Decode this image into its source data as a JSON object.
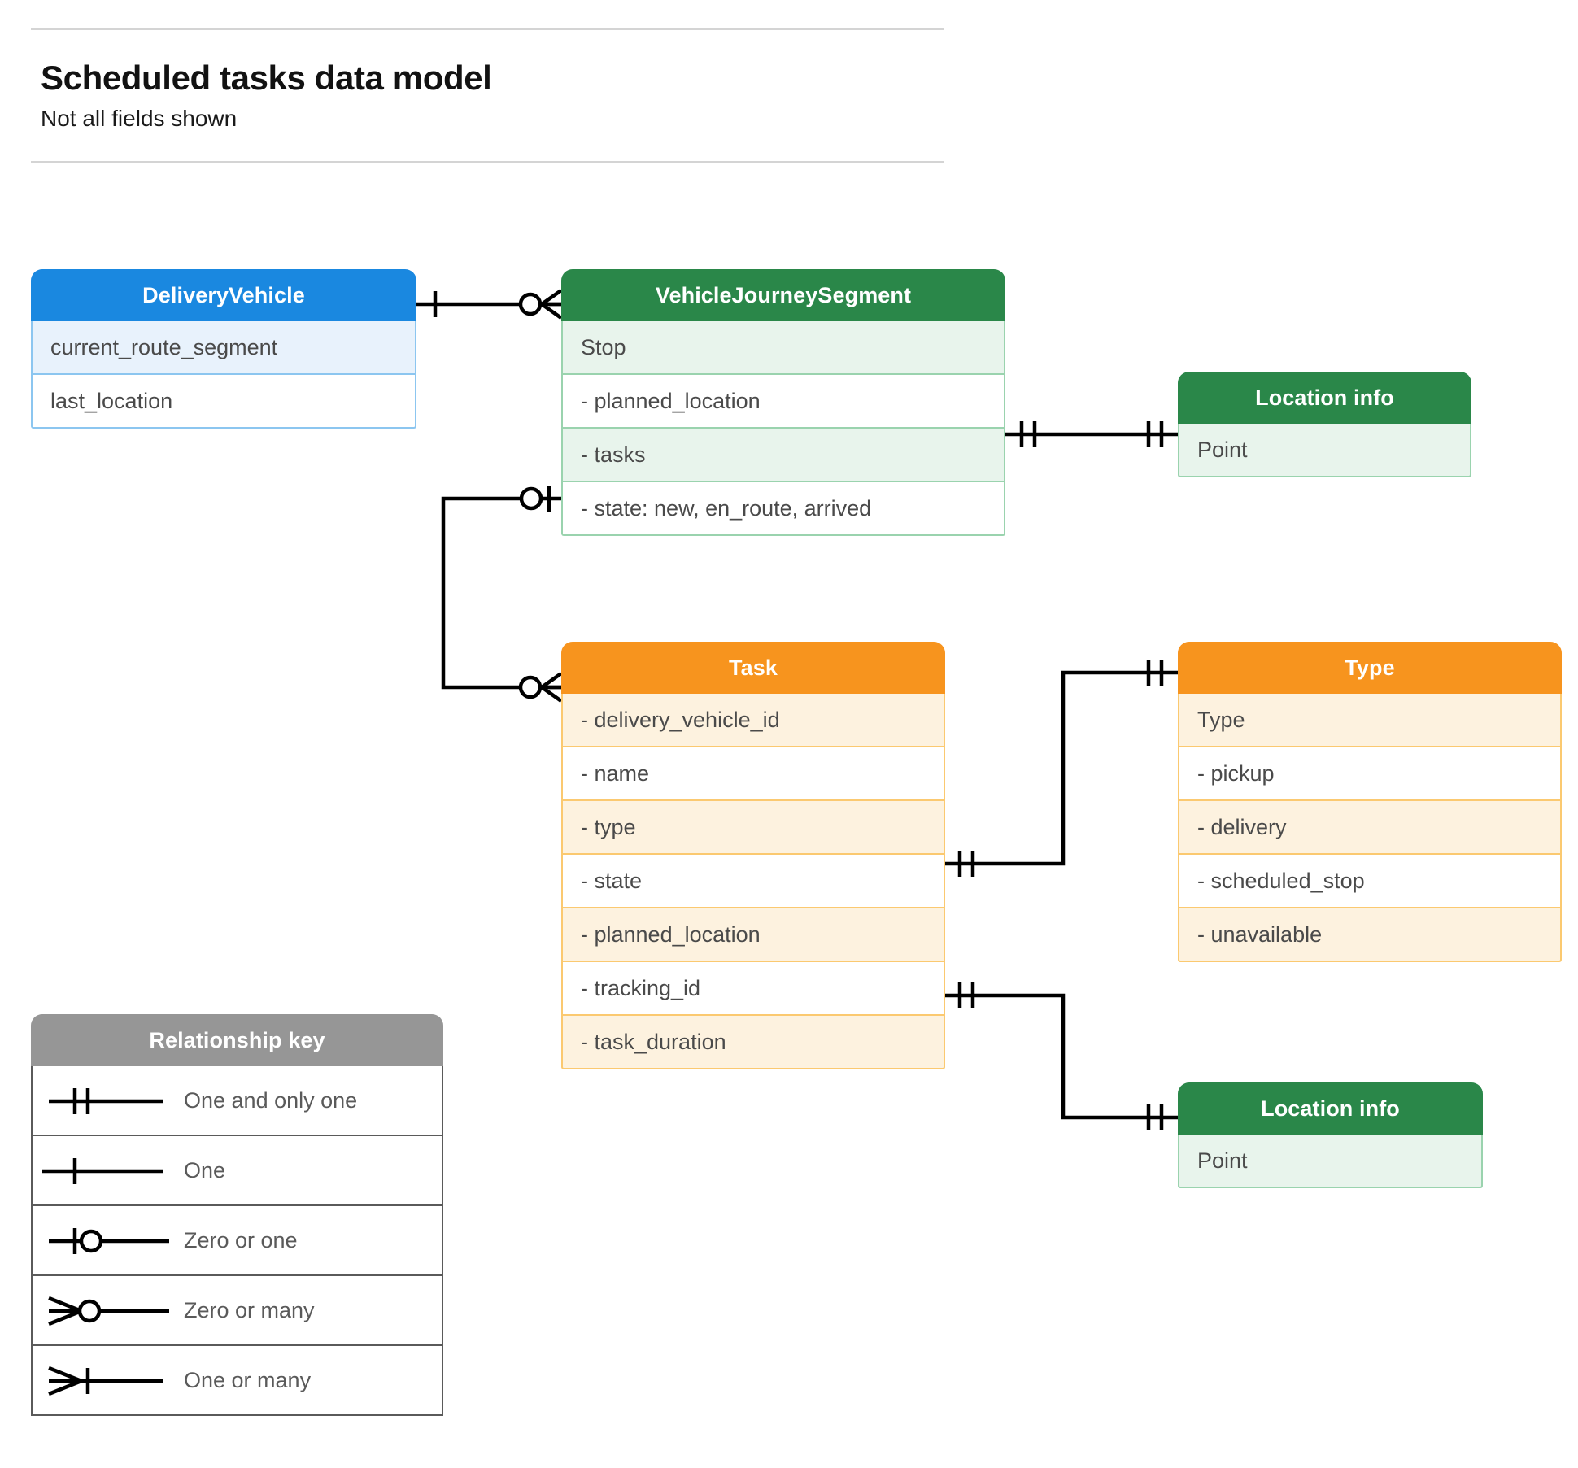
{
  "header": {
    "title": "Scheduled tasks data model",
    "subtitle": "Not all fields shown"
  },
  "colors": {
    "blue_header": "#1a88e0",
    "blue_row": "#e8f2fc",
    "green_header": "#2a8749",
    "green_row": "#e8f4ec",
    "orange_header": "#f7941e",
    "orange_row": "#fdf2df",
    "grey_header": "#969696",
    "grey_row": "#e8e8e8",
    "line": "#000000",
    "text": "#4a4a4a"
  },
  "entities": {
    "delivery_vehicle": {
      "title": "DeliveryVehicle",
      "fields": [
        "current_route_segment",
        "last_location"
      ]
    },
    "vehicle_journey_segment": {
      "title": "VehicleJourneySegment",
      "fields": [
        "Stop",
        "-  planned_location",
        "- tasks",
        "- state: new, en_route, arrived"
      ]
    },
    "location_info_top": {
      "title": "Location info",
      "fields": [
        "Point"
      ]
    },
    "task": {
      "title": "Task",
      "fields": [
        "- delivery_vehicle_id",
        "- name",
        "- type",
        "- state",
        "- planned_location",
        "- tracking_id",
        "- task_duration"
      ]
    },
    "type": {
      "title": "Type",
      "fields": [
        "Type",
        "-   pickup",
        "-   delivery",
        "-   scheduled_stop",
        "-   unavailable"
      ]
    },
    "location_info_bottom": {
      "title": "Location info",
      "fields": [
        "Point"
      ]
    }
  },
  "legend": {
    "title": "Relationship key",
    "items": [
      {
        "label": "One and only one",
        "symbol": "one-and-only-one"
      },
      {
        "label": "One",
        "symbol": "one"
      },
      {
        "label": "Zero or one",
        "symbol": "zero-or-one"
      },
      {
        "label": "Zero or many",
        "symbol": "zero-or-many"
      },
      {
        "label": "One or many",
        "symbol": "one-or-many"
      }
    ]
  },
  "relationships": [
    {
      "name": "deliveryvehicle-to-vehiclejourneysegment",
      "from": "DeliveryVehicle",
      "to": "VehicleJourneySegment",
      "from_cardinality": "one",
      "to_cardinality": "zero or many"
    },
    {
      "name": "vehiclejourneysegment-planned-location-to-location-info",
      "from": "VehicleJourneySegment.planned_location",
      "to": "Location info",
      "from_cardinality": "one and only one",
      "to_cardinality": "one and only one"
    },
    {
      "name": "vehiclejourneysegment-tasks-to-task",
      "from": "VehicleJourneySegment.tasks",
      "to": "Task",
      "from_cardinality": "zero or one",
      "to_cardinality": "zero or many"
    },
    {
      "name": "task-type-to-type",
      "from": "Task.type",
      "to": "Type",
      "from_cardinality": "one and only one",
      "to_cardinality": "one and only one"
    },
    {
      "name": "task-planned-location-to-location-info",
      "from": "Task.planned_location",
      "to": "Location info",
      "from_cardinality": "one and only one",
      "to_cardinality": "one and only one"
    }
  ]
}
